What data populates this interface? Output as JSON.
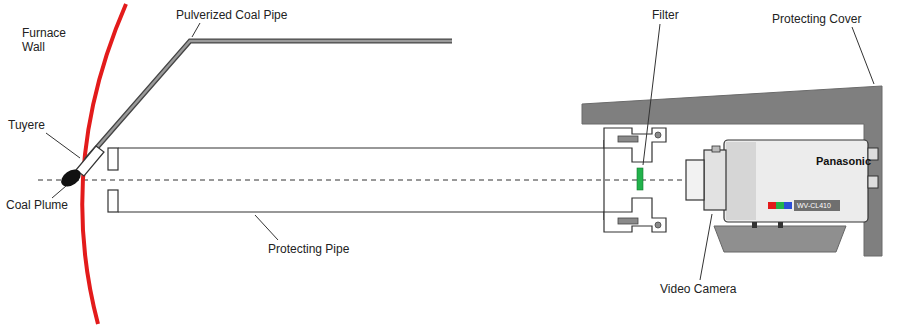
{
  "diagram": {
    "labels": [
      "Furnace Wall",
      "Pulverized Coal Pipe",
      "Protecting Cover",
      "Tuyere",
      "Filter",
      "Coal Plume",
      "Protecting Pipe",
      "Video Camera",
      "Panasonic",
      "WV-CL410"
    ]
  }
}
